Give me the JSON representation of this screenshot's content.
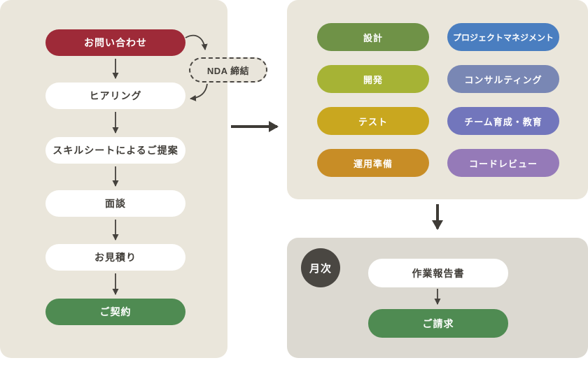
{
  "colors": {
    "panel_beige": "#eae6db",
    "panel_gray": "#dcd9d1",
    "primary_red": "#9e2a38",
    "primary_green": "#4f8b52",
    "badge_dark": "#4a4742",
    "arrow": "#45423d"
  },
  "left_panel": {
    "steps": [
      {
        "label": "お問い合わせ"
      },
      {
        "label": "ヒアリング"
      },
      {
        "label": "スキルシートによるご提案"
      },
      {
        "label": "面談"
      },
      {
        "label": "お見積り"
      },
      {
        "label": "ご契約"
      }
    ],
    "nda": {
      "label": "NDA 締結"
    }
  },
  "services_panel": {
    "items": [
      {
        "label": "設計",
        "color": "#6f9247"
      },
      {
        "label": "プロジェクトマネジメント",
        "color": "#4a7ec0"
      },
      {
        "label": "開発",
        "color": "#a6b335"
      },
      {
        "label": "コンサルティング",
        "color": "#7987b4"
      },
      {
        "label": "テスト",
        "color": "#c9a71f"
      },
      {
        "label": "チーム育成・教育",
        "color": "#7276bc"
      },
      {
        "label": "運用準備",
        "color": "#c88d26"
      },
      {
        "label": "コードレビュー",
        "color": "#957ab8"
      }
    ]
  },
  "monthly_panel": {
    "badge": "月次",
    "steps": [
      {
        "label": "作業報告書"
      },
      {
        "label": "ご請求"
      }
    ]
  }
}
